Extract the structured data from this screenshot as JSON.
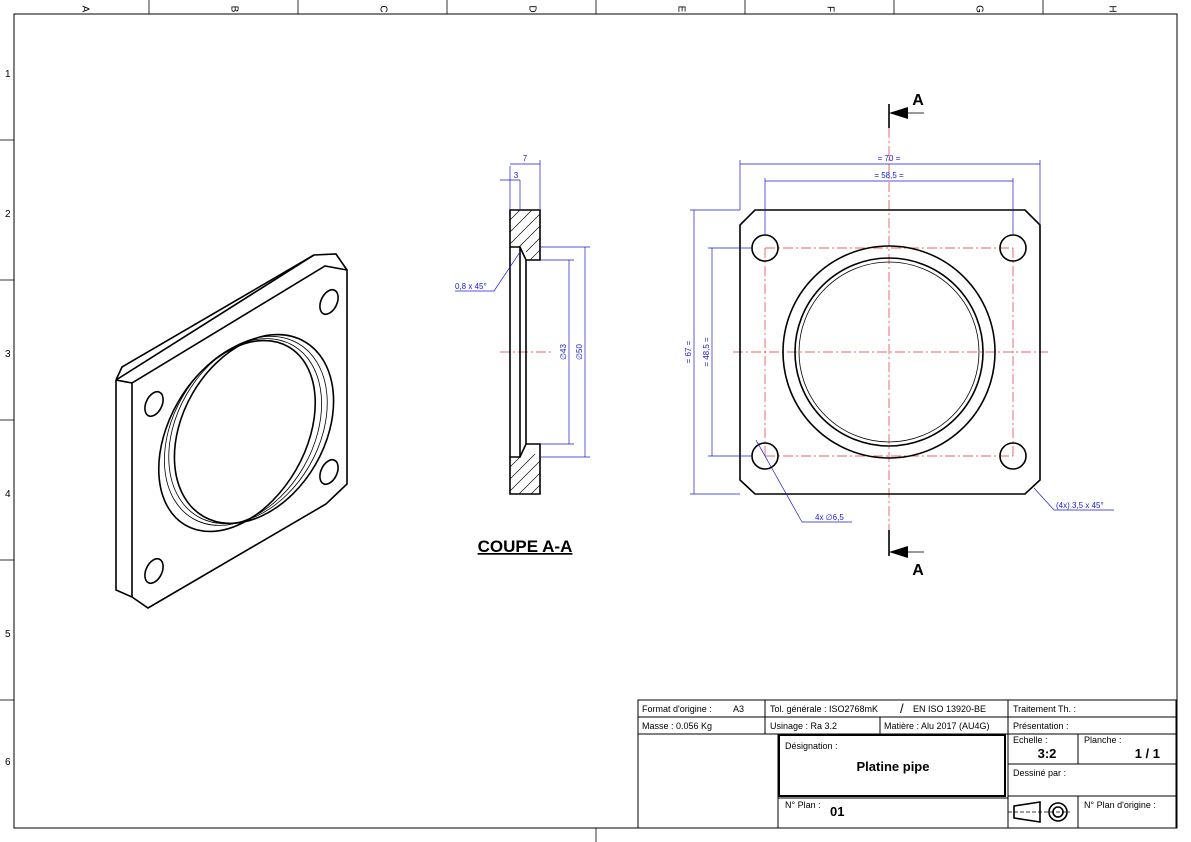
{
  "frame": {
    "columns": [
      "A",
      "B",
      "C",
      "D",
      "E",
      "F",
      "G",
      "H"
    ],
    "rows": [
      "1",
      "2",
      "3",
      "4",
      "5",
      "6"
    ]
  },
  "section": {
    "title": "COUPE A-A",
    "marker_top": "A",
    "marker_bottom": "A"
  },
  "dimensions": {
    "section_width": "7",
    "section_step": "3",
    "chamfer": "0,8 x 45°",
    "dia_inner": "∅43",
    "dia_outer": "∅50",
    "front_width": "= 70 =",
    "front_hole_spacing_x": "= 58,5 =",
    "front_height": "= 67 =",
    "front_hole_spacing_y": "= 48,5 =",
    "holes": "4x ∅6,5",
    "corner_chamfer": "(4x) 3,5 x 45°"
  },
  "title_block": {
    "format_label": "Format d'origine :",
    "format_value": "A3",
    "mass_label": "Masse : 0.056 Kg",
    "tolerance": "Tol. générale : ISO2768mK",
    "slash": "/",
    "standard": "EN ISO 13920-BE",
    "machining": "Usinage : Ra 3.2",
    "material": "Matière : Alu 2017 (AU4G)",
    "treatment": "Traitement Th. :",
    "presentation": "Présentation :",
    "designation_label": "Désignation :",
    "designation_value": "Platine pipe",
    "scale_label": "Echelle :",
    "scale_value": "3:2",
    "sheet_label": "Planche :",
    "sheet_value": "1 / 1",
    "drawn_by": "Dessiné par :",
    "plan_label": "N° Plan :",
    "plan_value": "01",
    "origin_plan": "N° Plan d'origine :"
  }
}
